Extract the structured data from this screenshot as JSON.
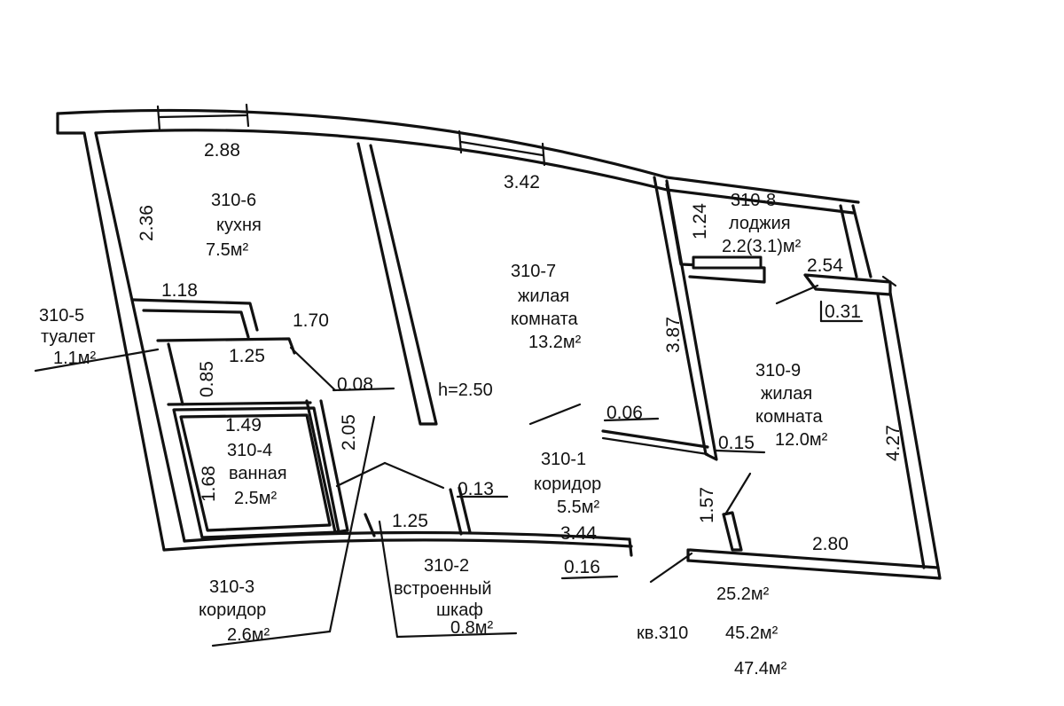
{
  "rooms": {
    "r6": {
      "id": "310-6",
      "name": "кухня",
      "area": "7.5м²"
    },
    "r7": {
      "id": "310-7",
      "name1": "жилая",
      "name2": "комната",
      "area": "13.2м²"
    },
    "r8": {
      "id": "310-8",
      "name": "лоджия",
      "area": "2.2(3.1)м²"
    },
    "r9": {
      "id": "310-9",
      "name1": "жилая",
      "name2": "комната",
      "area": "12.0м²"
    },
    "r5": {
      "id": "310-5",
      "name": "туалет",
      "area": "1.1м²"
    },
    "r4": {
      "id": "310-4",
      "name": "ванная",
      "area": "2.5м²"
    },
    "r1": {
      "id": "310-1",
      "name": "коридор",
      "area": "5.5м²"
    },
    "r3": {
      "id": "310-3",
      "name": "коридор",
      "area": "2.6м²"
    },
    "r2": {
      "id": "310-2",
      "name1": "встроенный",
      "name2": "шкаф",
      "area": "0.8м²"
    }
  },
  "dims": {
    "d288": "2.88",
    "d342": "3.42",
    "d236": "2.36",
    "d124": "1.24",
    "d254": "2.54",
    "d031": "0.31",
    "d118": "1.18",
    "d170": "1.70",
    "d125a": "1.25",
    "d085": "0.85",
    "d008": "0.08",
    "d387": "3.87",
    "d205": "2.05",
    "d149": "1.49",
    "d168": "1.68",
    "d006": "0.06",
    "d015": "0.15",
    "d427": "4.27",
    "d013": "0.13",
    "d157": "1.57",
    "d125b": "1.25",
    "d344": "3.44",
    "d016": "0.16",
    "d280": "2.80"
  },
  "ceiling": "h=2.50",
  "totals": {
    "living": "25.2м²",
    "apt_label": "кв.310",
    "apt_total": "45.2м²",
    "grand": "47.4м²"
  }
}
